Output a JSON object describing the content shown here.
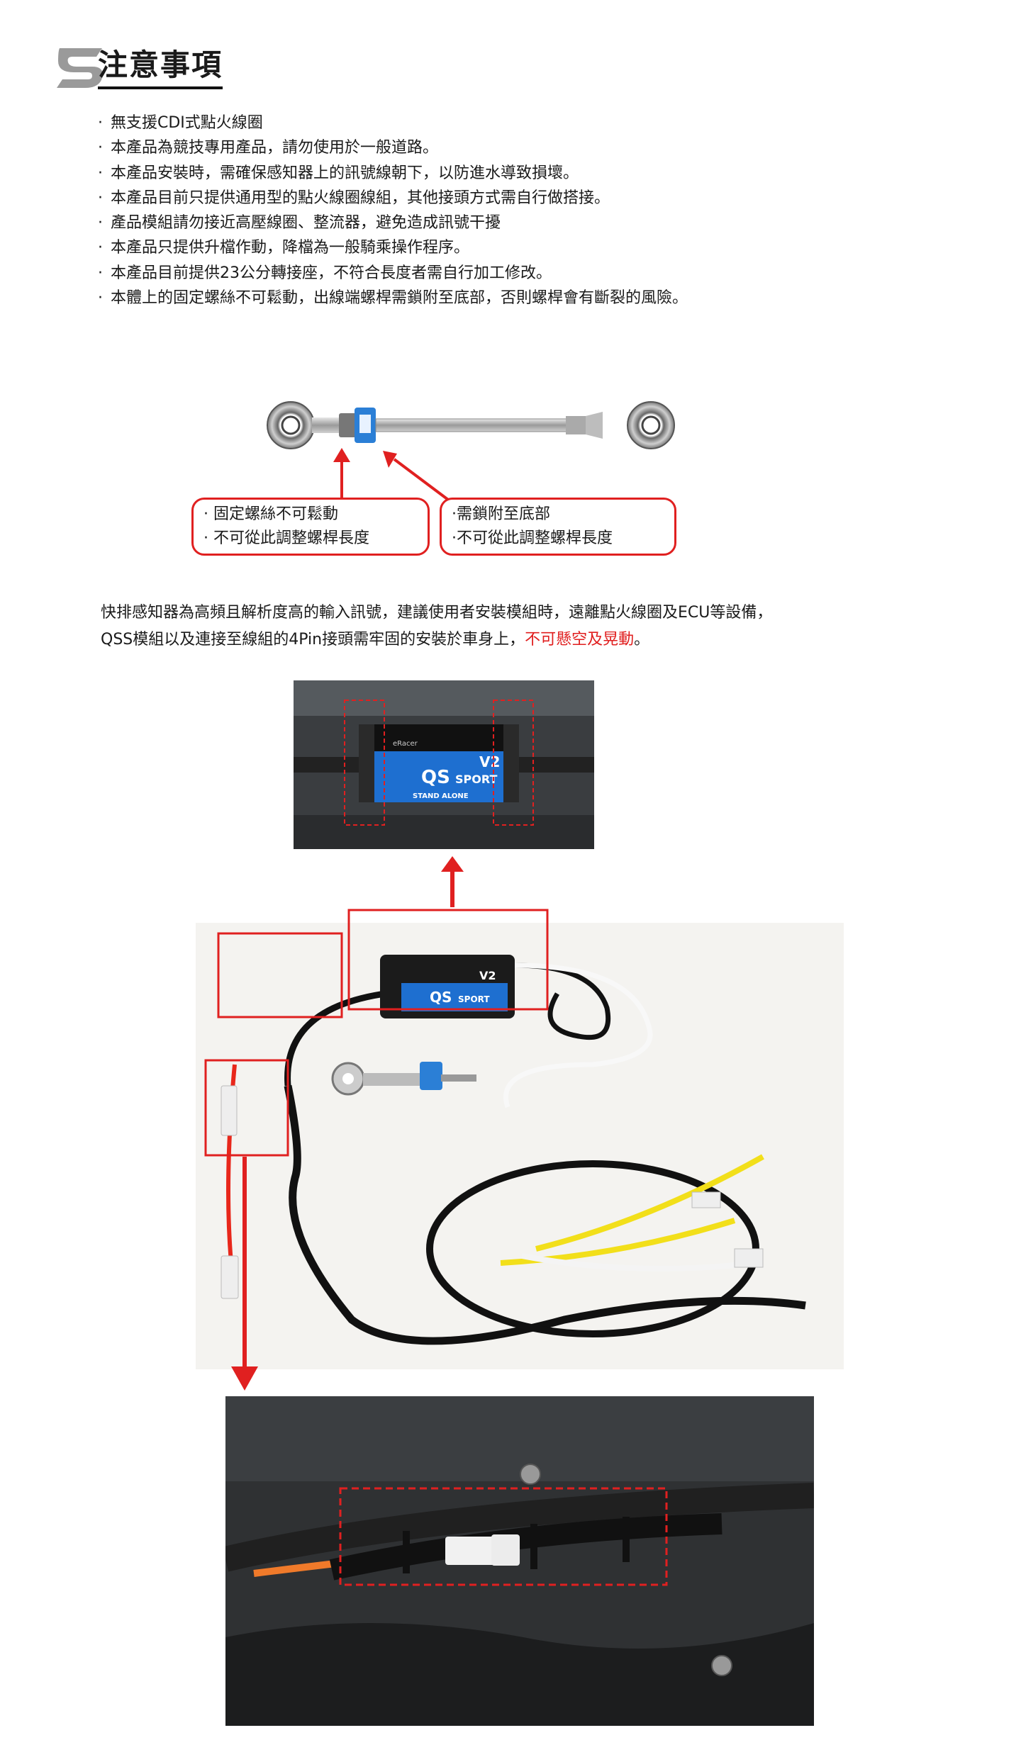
{
  "header": {
    "title": "注意事項"
  },
  "notes": [
    "無支援CDI式點火線圈",
    "本產品為競技專用產品，請勿使用於一般道路。",
    "本產品安裝時，需確保感知器上的訊號線朝下，以防進水導致損壞。",
    "本產品目前只提供通用型的點火線圈線組，其他接頭方式需自行做搭接。",
    "產品模組請勿接近高壓線圈、整流器，避免造成訊號干擾",
    "本產品只提供升檔作動，降檔為一般騎乘操作程序。",
    "本產品目前提供23公分轉接座，不符合長度者需自行加工修改。",
    "本體上的固定螺絲不可鬆動，出線端螺桿需鎖附至底部，否則螺桿會有斷裂的風險。"
  ],
  "bullet": "·",
  "callouts": {
    "left": [
      "· 固定螺絲不可鬆動",
      "· 不可從此調整螺桿長度"
    ],
    "right": [
      "·需鎖附至底部",
      "·不可從此調整螺桿長度"
    ]
  },
  "paragraph": {
    "line1": "快排感知器為高頻且解析度高的輸入訊號，建議使用者安裝模組時，遠離點火線圈及ECU等設備，",
    "line2_prefix": "QSS模組以及連接至線組的4Pin接頭需牢固的安裝於車身上，",
    "line2_highlight": "不可懸空及晃動",
    "line2_suffix": "。"
  },
  "module_label": {
    "brand": "eRacer",
    "model": "QS",
    "sub": "SPORT",
    "version": "V2",
    "stand_alone": "STAND ALONE"
  },
  "colors": {
    "accent_red": "#e01e1e",
    "module_blue": "#1e6fd0",
    "sensor_blue": "#2b7fd6"
  }
}
